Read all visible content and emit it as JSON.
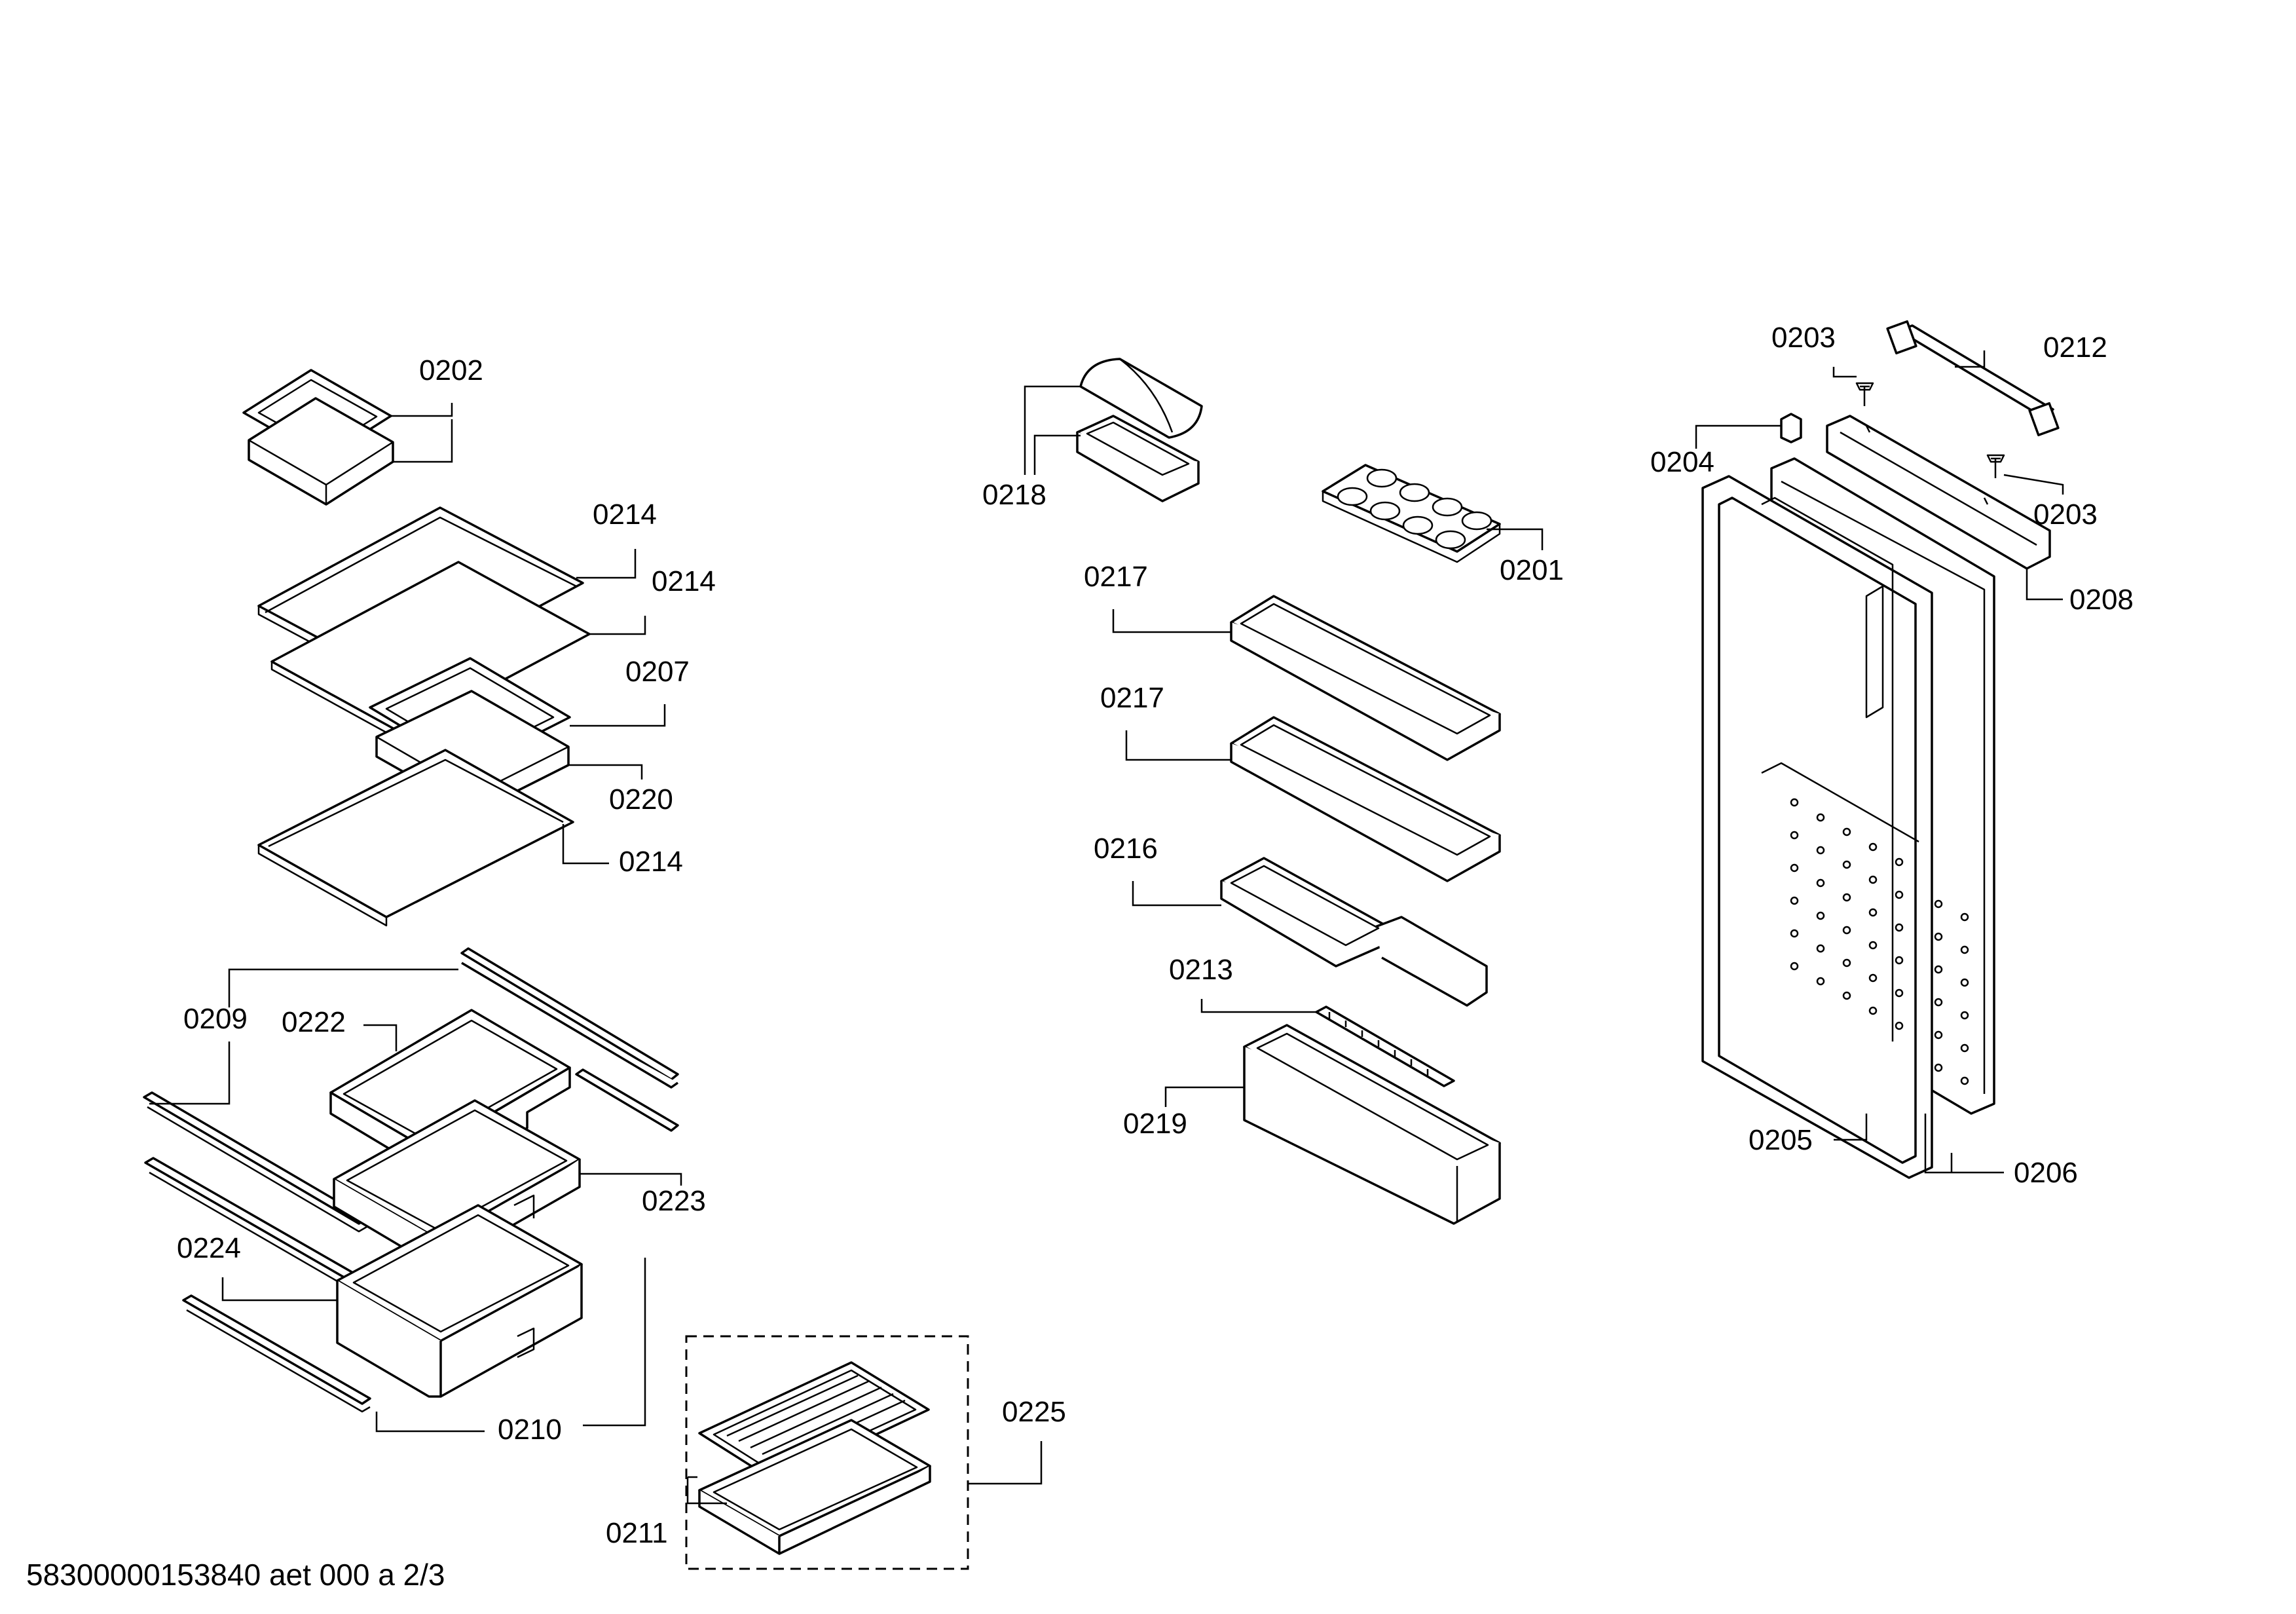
{
  "diagram": {
    "callouts": [
      "0202",
      "0214",
      "0214",
      "0207",
      "0220",
      "0214",
      "0209",
      "0222",
      "0224",
      "0223",
      "0210",
      "0225",
      "0211",
      "0218",
      "0201",
      "0217",
      "0217",
      "0216",
      "0213",
      "0219",
      "0203",
      "0212",
      "0204",
      "0203",
      "0208",
      "0205",
      "0206"
    ],
    "footer": "58300000153840 aet 000 a 2/3"
  }
}
